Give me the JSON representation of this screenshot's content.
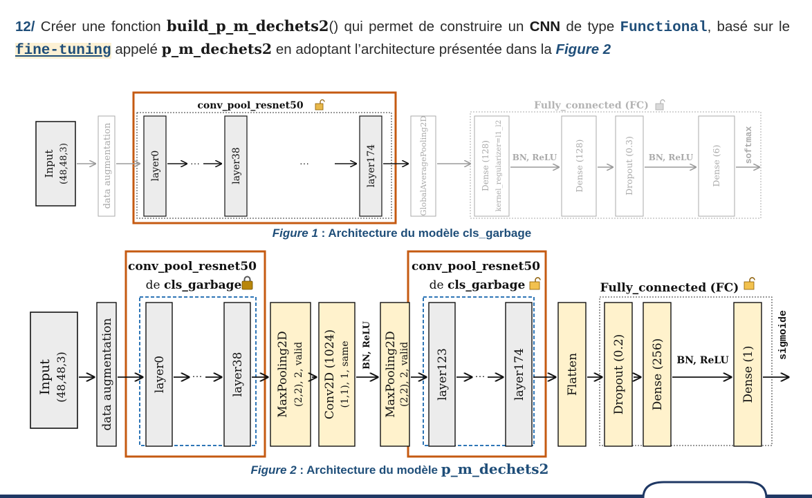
{
  "question": {
    "number": "12/",
    "t1": " Créer une fonction ",
    "function_name": "build_p_m_dechets2",
    "parens": "()",
    "t2": " qui permet de construire un ",
    "cnn": "CNN",
    "t3": " de type ",
    "functional": "Functional",
    "t4": ", basé sur le ",
    "fine_tuning": "fine-tuning",
    "t5": " appelé ",
    "model_name": "p_m_dechets2",
    "t6": " en adoptant l’architecture présentée dans la ",
    "figure_ref": "Figure 2"
  },
  "figure1": {
    "group_label": "conv_pool_resnet50",
    "fc_label": "Fully_connected (FC)",
    "input": [
      "Input",
      "(48,48,3)"
    ],
    "augmentation": "data augmentation",
    "layer0": "layer0",
    "layer38": "layer38",
    "layer174": "layer174",
    "ellipsis": "···",
    "gap": "GlobalAveragePooling2D",
    "dense128a": [
      "Dense (128)",
      "kernel_regularizer=l1_l2"
    ],
    "bnrelu": "BN, ReLU",
    "dense128b": "Dense (128)",
    "dropout": "Dropout (0.3)",
    "dense6": "Dense (6)",
    "softmax": "softmax",
    "caption_fig": "Figure 1",
    "caption_text": " : Architecture du modèle cls_garbage"
  },
  "figure2": {
    "group1_label": [
      "conv_pool_resnet50",
      "de",
      "cls_garbage"
    ],
    "group2_label": [
      "conv_pool_resnet50",
      "de",
      "cls_garbage"
    ],
    "fc_label": [
      "Fully_connected",
      "(FC)"
    ],
    "input": [
      "Input",
      "(48,48,3)"
    ],
    "augmentation": "data augmentation",
    "layer0": "layer0",
    "layer38": "layer38",
    "layer123": "layer123",
    "layer174": "layer174",
    "ellipsis": "···",
    "maxpool1": [
      "MaxPooling2D",
      "(2,2), 2, valid"
    ],
    "conv2d": [
      "Conv2D (1024)",
      "(1,1), 1, same"
    ],
    "bnrelu_conv": "BN, ReLU",
    "maxpool2": [
      "MaxPooling2D",
      "(2,2), 2, valid"
    ],
    "flatten": "Flatten",
    "dropout": "Dropout (0.2)",
    "dense256": "Dense (256)",
    "bnrelu": "BN, ReLU",
    "dense1": "Dense (1)",
    "sigmoide": "sigmoide",
    "caption_fig": "Figure 2",
    "caption_text": " : Architecture du modèle ",
    "caption_model": "p_m_dechets2"
  },
  "colors": {
    "orange_frame": "#c55a11",
    "blue_dash": "#2e75b6",
    "caption_blue": "#1f4e79",
    "cream": "#fff2cc",
    "grey_box": "#ececec",
    "footer_bar": "#1f3864"
  }
}
